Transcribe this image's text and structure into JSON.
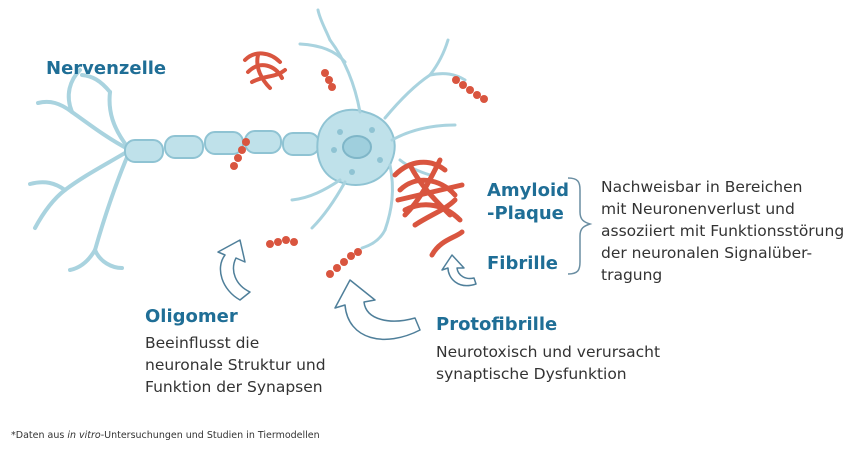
{
  "labels": {
    "neuron": "Nervenzelle",
    "amyloid_line1": "Amyloid",
    "amyloid_line2": "-Plaque",
    "fibril": "Fibrille",
    "oligomer": "Oligomer",
    "protofibril": "Protofibrille"
  },
  "descriptions": {
    "plaque_fibril": "Nachweisbar in Bereichen\nmit Neuronenverlust und\nassoziiert mit Funktionsstörung\nder neuronalen Signalüber-\ntragung",
    "oligomer": "Beeinflusst die\nneuronale Struktur und\nFunktion der Synapsen",
    "protofibril": "Neurotoxisch und verursacht\nsynaptische Dysfunktion"
  },
  "footnote": {
    "prefix": "*Daten aus ",
    "italic": "in vitro",
    "suffix": "-Untersuchungen und Studien in Tiermodellen"
  },
  "colors": {
    "label_blue": "#1f6e96",
    "neuron_fill": "#bfe1ea",
    "neuron_stroke": "#8fc3d3",
    "amyloid_red": "#d9553f",
    "arrow_stroke": "#4f7f9a"
  }
}
